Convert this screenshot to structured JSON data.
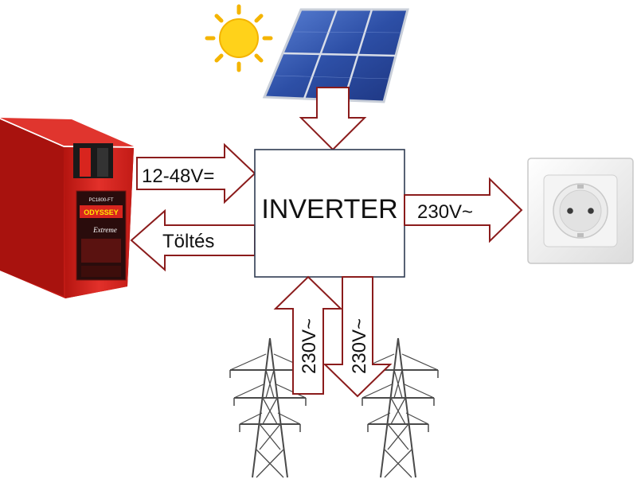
{
  "inverter": {
    "label": "INVERTER"
  },
  "arrows": {
    "battery_to_inverter": "12-48V=",
    "inverter_to_battery": "Töltés",
    "inverter_to_outlet": "230V~",
    "grid_to_inverter": "230V~",
    "inverter_to_grid": "230V~"
  },
  "battery": {
    "brand": "ODYSSEY",
    "model": "PC1800-FT",
    "series": "Extreme",
    "color": "#d8251e"
  },
  "colors": {
    "arrow_stroke": "#8b1c1c",
    "box_stroke": "#2f3b52",
    "sun": "#ffd21a",
    "panel": "#2d4fa6",
    "outlet_face": "#ececec"
  },
  "icons": [
    "sun-icon",
    "solar-panel-icon",
    "battery-icon",
    "power-outlet-icon",
    "power-pylon-icon"
  ]
}
